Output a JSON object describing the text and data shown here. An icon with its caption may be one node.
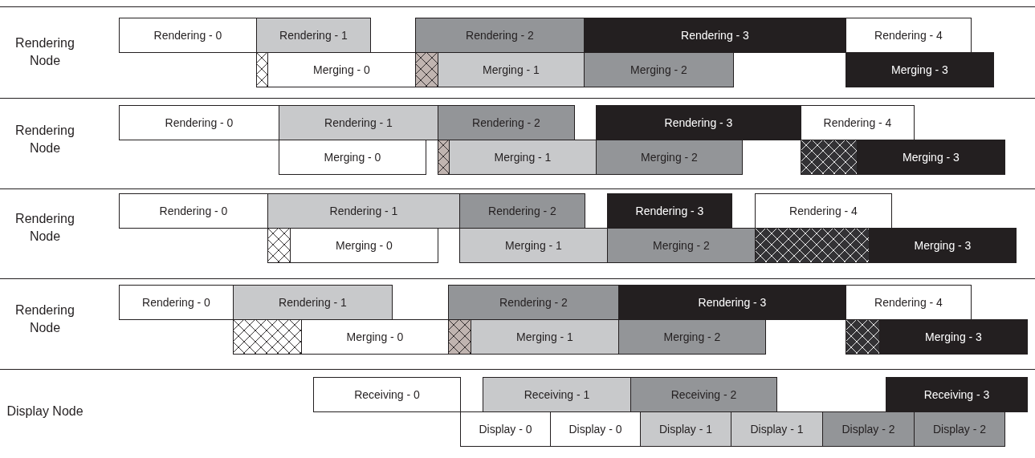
{
  "diagram": {
    "nodes": [
      {
        "text": [
          "Rendering - 0"
        ]
      },
      {
        "text": [
          "Rendering - 1"
        ]
      },
      {
        "text": [
          "Rendering - 2"
        ]
      },
      {
        "text": [
          "Rendering - 3"
        ]
      },
      {
        "text": [
          "Rendering - 4"
        ]
      },
      {
        "text": [],
        "shape": "box"
      },
      {
        "text": [
          "Merging - 0"
        ]
      },
      {
        "text": [],
        "shape": "box"
      },
      {
        "text": [
          "Merging - 1"
        ]
      },
      {
        "text": [
          "Merging - 2"
        ]
      },
      {
        "text": [
          "Merging - 3"
        ]
      },
      {
        "text": [
          "Rendering - 0"
        ]
      },
      {
        "text": [
          "Rendering - 1"
        ]
      },
      {
        "text": [
          "Rendering - 2"
        ]
      },
      {
        "text": [
          "Rendering - 3"
        ]
      },
      {
        "text": [
          "Rendering - 4"
        ]
      },
      {
        "text": [
          "Merging - 0"
        ]
      },
      {
        "text": [],
        "shape": "box"
      },
      {
        "text": [
          "Merging - 1"
        ]
      },
      {
        "text": [
          "Merging - 2"
        ]
      },
      {
        "text": [],
        "shape": "box"
      },
      {
        "text": [
          "Merging - 3"
        ]
      },
      {
        "text": [
          "Rendering - 0"
        ]
      },
      {
        "text": [
          "Rendering - 1"
        ]
      },
      {
        "text": [
          "Rendering - 2"
        ]
      },
      {
        "text": [
          "Rendering - 3"
        ]
      },
      {
        "text": [
          "Rendering - 4"
        ]
      },
      {
        "text": [],
        "shape": "box"
      },
      {
        "text": [
          "Merging - 0"
        ]
      },
      {
        "text": [
          "Merging - 1"
        ]
      },
      {
        "text": [
          "Merging - 2"
        ]
      },
      {
        "text": [],
        "shape": "box"
      },
      {
        "text": [
          "Merging - 3"
        ]
      },
      {
        "text": [
          "Rendering - 0"
        ]
      },
      {
        "text": [
          "Rendering - 1"
        ]
      },
      {
        "text": [
          "Rendering - 2"
        ]
      },
      {
        "text": [
          "Rendering - 3"
        ]
      },
      {
        "text": [
          "Rendering - 4"
        ]
      },
      {
        "text": [],
        "shape": "box"
      },
      {
        "text": [
          "Merging - 0"
        ]
      },
      {
        "text": [],
        "shape": "box"
      },
      {
        "text": [
          "Merging - 1"
        ]
      },
      {
        "text": [
          "Merging - 2"
        ]
      },
      {
        "text": [],
        "shape": "box"
      },
      {
        "text": [
          "Merging - 3"
        ]
      },
      {
        "text": [
          "Receiving - 0"
        ]
      },
      {
        "text": [
          "Receiving - 1"
        ]
      },
      {
        "text": [
          "Receiving - 2"
        ]
      },
      {
        "text": [
          "Receiving - 3"
        ]
      },
      {
        "text": [
          "Display - 0"
        ]
      },
      {
        "text": [
          "Display - 0"
        ]
      },
      {
        "text": [
          "Display - 1"
        ]
      },
      {
        "text": [
          "Display - 1"
        ]
      },
      {
        "text": [
          "Display - 2"
        ]
      },
      {
        "text": [
          "Display - 2"
        ]
      }
    ],
    "labels": [
      "Rendering Node",
      "Rendering Node",
      "Rendering Node",
      "Rendering Node",
      "Display Node"
    ]
  }
}
